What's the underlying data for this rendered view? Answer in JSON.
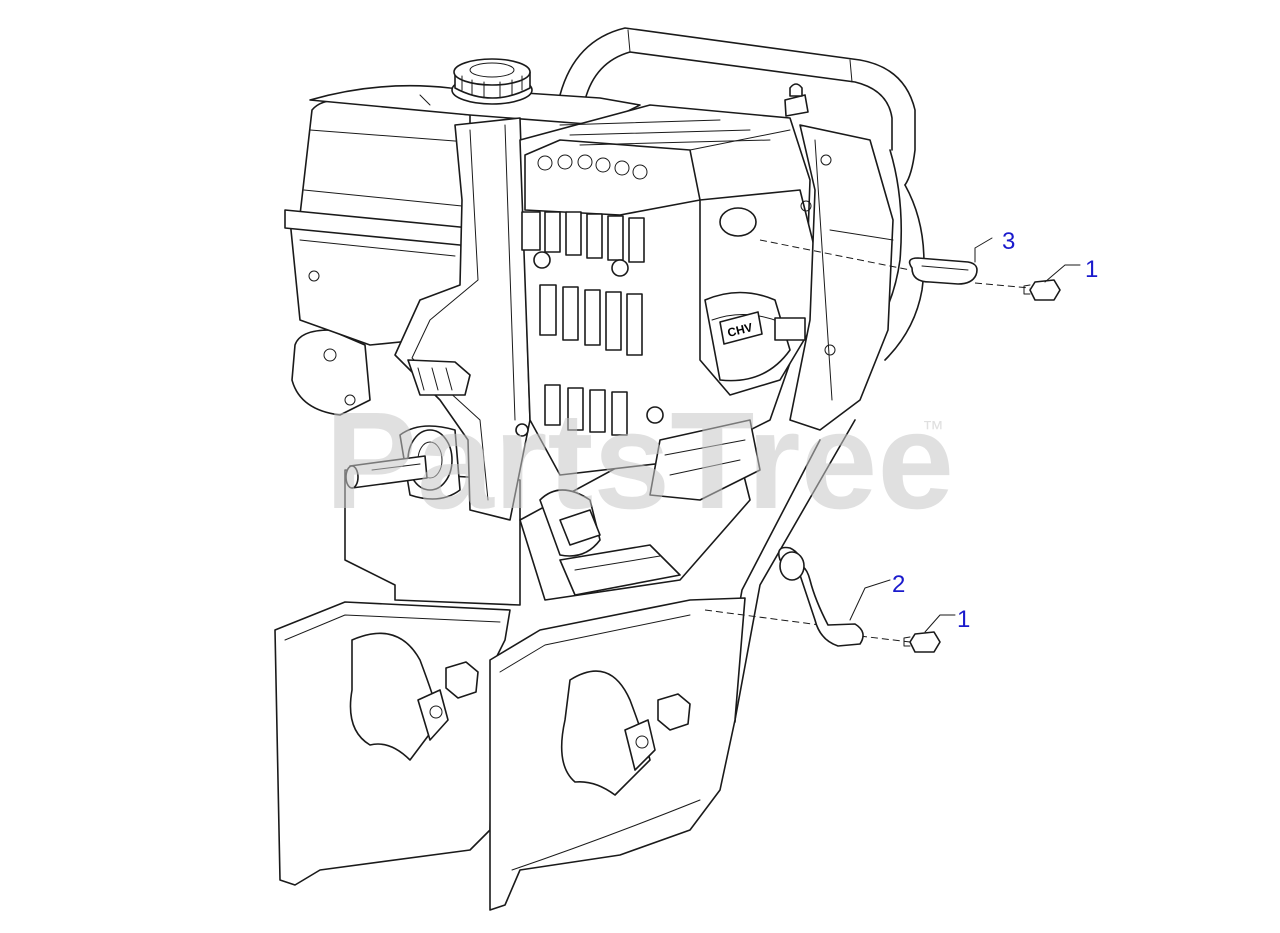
{
  "diagram": {
    "watermark": {
      "text": "PartsTree",
      "trademark": "™"
    },
    "engine_badge": "CHV",
    "callouts": [
      {
        "id": "callout-3",
        "label": "3"
      },
      {
        "id": "callout-1-upper",
        "label": "1"
      },
      {
        "id": "callout-2",
        "label": "2"
      },
      {
        "id": "callout-1-lower",
        "label": "1"
      }
    ],
    "colors": {
      "line": "#1a1a1a",
      "callout": "#1a1acc",
      "watermark": "#c8c8c8"
    }
  }
}
